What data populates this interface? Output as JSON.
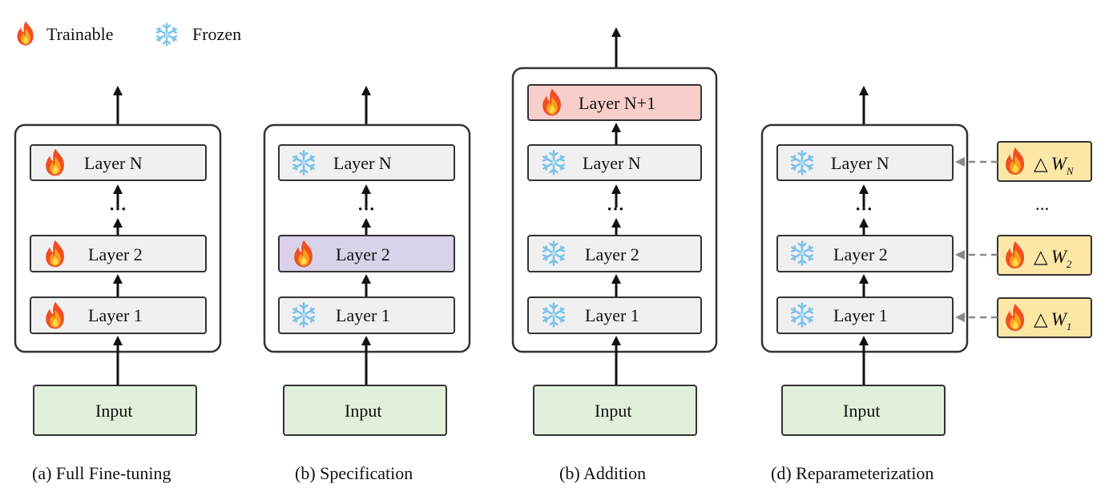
{
  "legend": {
    "trainable_label": "Trainable",
    "frozen_label": "Frozen"
  },
  "panels": [
    {
      "caption": "(a) Full Fine-tuning",
      "input_label": "Input",
      "layers": [
        {
          "label": "Layer 1",
          "state": "trainable"
        },
        {
          "label": "Layer 2",
          "state": "trainable"
        },
        {
          "label": "Layer N",
          "state": "trainable"
        }
      ],
      "ellipsis": "···"
    },
    {
      "caption": "(b) Specification",
      "input_label": "Input",
      "layers": [
        {
          "label": "Layer 1",
          "state": "frozen"
        },
        {
          "label": "Layer 2",
          "state": "trainable"
        },
        {
          "label": "Layer N",
          "state": "frozen"
        }
      ],
      "ellipsis": "···"
    },
    {
      "caption": "(b) Addition",
      "input_label": "Input",
      "layers": [
        {
          "label": "Layer 1",
          "state": "frozen"
        },
        {
          "label": "Layer 2",
          "state": "frozen"
        },
        {
          "label": "Layer N",
          "state": "frozen"
        },
        {
          "label": "Layer N+1",
          "state": "trainable"
        }
      ],
      "ellipsis": "···"
    },
    {
      "caption": "(d) Reparameterization",
      "input_label": "Input",
      "layers": [
        {
          "label": "Layer 1",
          "state": "frozen"
        },
        {
          "label": "Layer 2",
          "state": "frozen"
        },
        {
          "label": "Layer N",
          "state": "frozen"
        }
      ],
      "ellipsis": "···",
      "deltas": [
        {
          "symbol": "△",
          "w": "W",
          "sub": "1"
        },
        {
          "symbol": "△",
          "w": "W",
          "sub": "2"
        },
        {
          "symbol": "△",
          "w": "W",
          "sub": "N"
        }
      ],
      "delta_ellipsis": "..."
    }
  ],
  "colors": {
    "layer_default": "#f0f0f0",
    "layer_specification": "#d9d2e9",
    "layer_addition": "#f8cecc",
    "input_fill": "#e2efda",
    "delta_fill": "#fce7a6",
    "outline": "#333333",
    "dashed_arrow": "#888888"
  }
}
